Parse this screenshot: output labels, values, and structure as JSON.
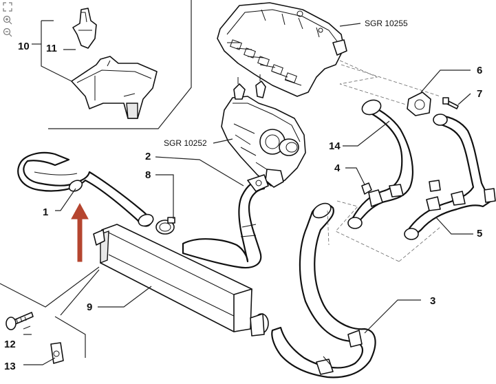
{
  "toolbar": {
    "icons": [
      "fit-icon",
      "zoom-in-icon",
      "zoom-out-icon"
    ]
  },
  "references": {
    "manifold": "SGR 10255",
    "engine": "SGR 10252"
  },
  "callouts": {
    "c1": "1",
    "c2": "2",
    "c3": "3",
    "c4": "4",
    "c5": "5",
    "c6": "6",
    "c7": "7",
    "c8": "8",
    "c9": "9",
    "c10": "10",
    "c11": "11",
    "c12": "12",
    "c13": "13",
    "c14": "14"
  },
  "colors": {
    "arrow": "#b5452f",
    "line": "#111111"
  }
}
